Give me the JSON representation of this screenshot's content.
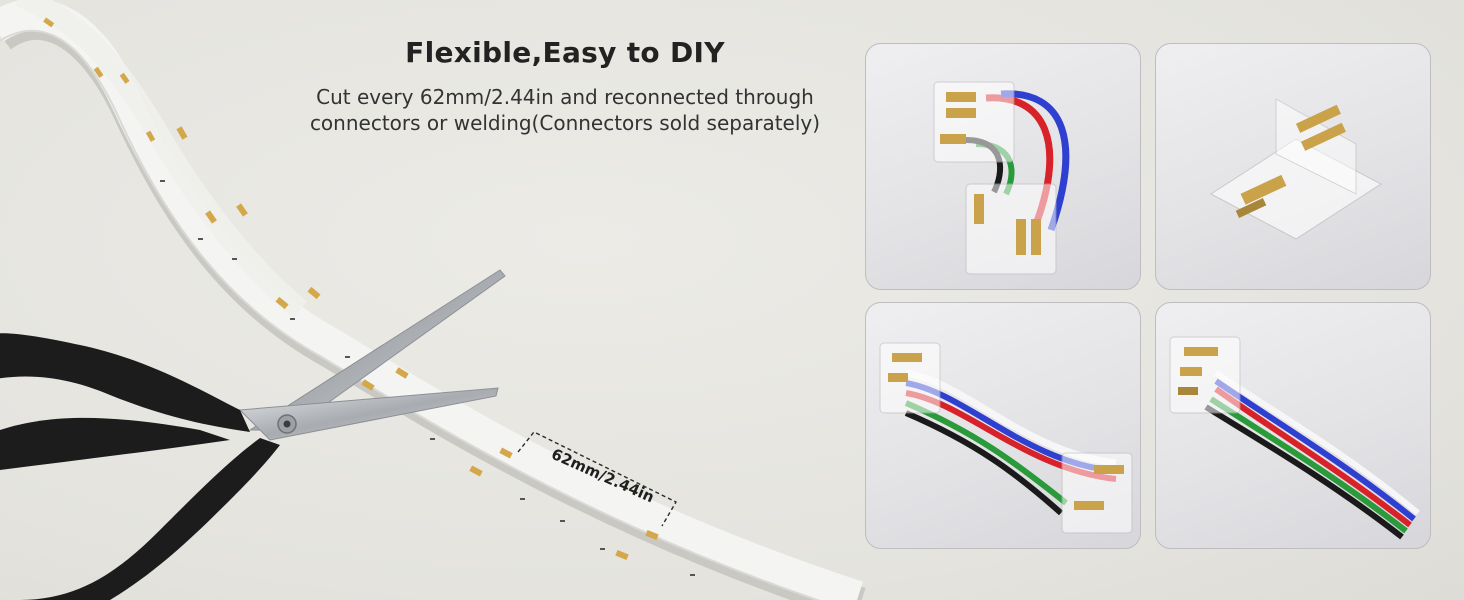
{
  "headline": {
    "title": "Flexible,Easy to DIY",
    "line1": "Cut every 62mm/2.44in and reconnected through",
    "line2": "connectors or welding(Connectors sold separately)"
  },
  "strip": {
    "cut_length_label": "62mm/2.44in"
  },
  "colors": {
    "background": "#e8e7e2",
    "strip": "#f4f4f2",
    "copper_pad": "#d4a84a",
    "scissor_handle": "#1c1c1c",
    "blade": "#b9bcc0",
    "wire_red": "#d8222a",
    "wire_blue": "#2f3fcf",
    "wire_green": "#2a9a3a",
    "wire_black": "#1a1a1a",
    "wire_white": "#f6f6f6"
  },
  "connector_tiles": [
    {
      "name": "l-shape-connector"
    },
    {
      "name": "strip-to-strip-connector"
    },
    {
      "name": "extension-cable-connector"
    },
    {
      "name": "strip-to-wire-connector"
    }
  ]
}
